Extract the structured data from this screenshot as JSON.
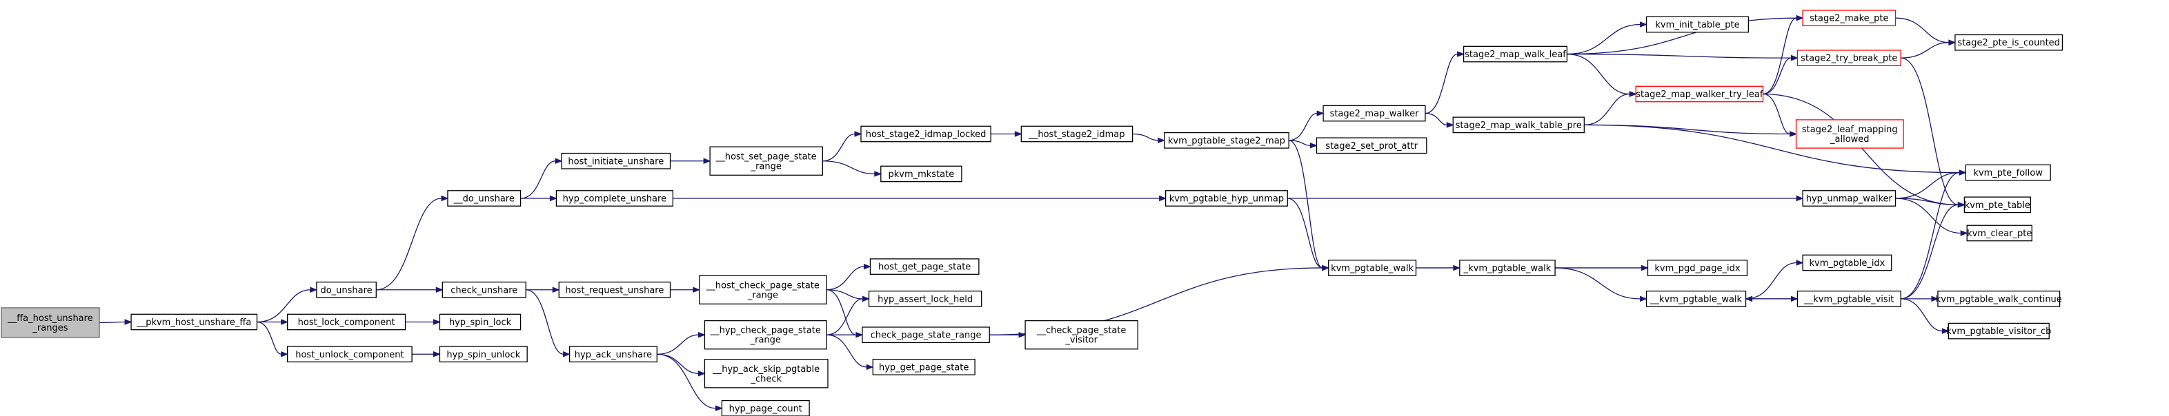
{
  "title": "",
  "colors": {
    "edge": "#191970",
    "root_fill": "#bfbfbf",
    "node_fill": "#ffffff",
    "warn_border": "#ff0000"
  },
  "nodes": [
    {
      "id": "ffa_host_unshare_ranges",
      "lines": [
        "__ffa_host_unshare",
        "_ranges"
      ],
      "style": "root"
    },
    {
      "id": "pkvm_host_unshare_ffa",
      "lines": [
        "__pkvm_host_unshare_ffa"
      ]
    },
    {
      "id": "do_unshare",
      "lines": [
        "do_unshare"
      ]
    },
    {
      "id": "host_lock_component",
      "lines": [
        "host_lock_component"
      ]
    },
    {
      "id": "host_unlock_component",
      "lines": [
        "host_unlock_component"
      ]
    },
    {
      "id": "__do_unshare",
      "lines": [
        "__do_unshare"
      ]
    },
    {
      "id": "check_unshare",
      "lines": [
        "check_unshare"
      ]
    },
    {
      "id": "hyp_spin_lock",
      "lines": [
        "hyp_spin_lock"
      ]
    },
    {
      "id": "hyp_spin_unlock",
      "lines": [
        "hyp_spin_unlock"
      ]
    },
    {
      "id": "host_initiate_unshare",
      "lines": [
        "host_initiate_unshare"
      ]
    },
    {
      "id": "hyp_complete_unshare",
      "lines": [
        "hyp_complete_unshare"
      ]
    },
    {
      "id": "host_request_unshare",
      "lines": [
        "host_request_unshare"
      ]
    },
    {
      "id": "hyp_ack_unshare",
      "lines": [
        "hyp_ack_unshare"
      ]
    },
    {
      "id": "__host_set_page_state_range",
      "lines": [
        "__host_set_page_state",
        "_range"
      ]
    },
    {
      "id": "__host_check_page_state_range",
      "lines": [
        "__host_check_page_state",
        "_range"
      ]
    },
    {
      "id": "__hyp_check_page_state_range",
      "lines": [
        "__hyp_check_page_state",
        "_range"
      ]
    },
    {
      "id": "__hyp_ack_skip_pgtable_check",
      "lines": [
        "__hyp_ack_skip_pgtable",
        "_check"
      ]
    },
    {
      "id": "hyp_page_count",
      "lines": [
        "hyp_page_count"
      ]
    },
    {
      "id": "host_stage2_idmap_locked",
      "lines": [
        "host_stage2_idmap_locked"
      ]
    },
    {
      "id": "pkvm_mkstate",
      "lines": [
        "pkvm_mkstate"
      ]
    },
    {
      "id": "host_get_page_state",
      "lines": [
        "host_get_page_state"
      ]
    },
    {
      "id": "hyp_assert_lock_held",
      "lines": [
        "hyp_assert_lock_held"
      ]
    },
    {
      "id": "check_page_state_range",
      "lines": [
        "check_page_state_range"
      ]
    },
    {
      "id": "hyp_get_page_state",
      "lines": [
        "hyp_get_page_state"
      ]
    },
    {
      "id": "__host_stage2_idmap",
      "lines": [
        "__host_stage2_idmap"
      ]
    },
    {
      "id": "kvm_pgtable_stage2_map",
      "lines": [
        "kvm_pgtable_stage2_map"
      ]
    },
    {
      "id": "kvm_pgtable_hyp_unmap",
      "lines": [
        "kvm_pgtable_hyp_unmap"
      ]
    },
    {
      "id": "__check_page_state_visitor",
      "lines": [
        "__check_page_state",
        "_visitor"
      ]
    },
    {
      "id": "stage2_map_walker",
      "lines": [
        "stage2_map_walker"
      ]
    },
    {
      "id": "stage2_set_prot_attr",
      "lines": [
        "stage2_set_prot_attr"
      ]
    },
    {
      "id": "kvm_pgtable_walk",
      "lines": [
        "kvm_pgtable_walk"
      ]
    },
    {
      "id": "_kvm_pgtable_walk",
      "lines": [
        "_kvm_pgtable_walk"
      ]
    },
    {
      "id": "stage2_map_walk_leaf",
      "lines": [
        "stage2_map_walk_leaf"
      ]
    },
    {
      "id": "stage2_map_walk_table_pre",
      "lines": [
        "stage2_map_walk_table_pre"
      ]
    },
    {
      "id": "kvm_init_table_pte",
      "lines": [
        "kvm_init_table_pte"
      ]
    },
    {
      "id": "kvm_pgd_page_idx",
      "lines": [
        "kvm_pgd_page_idx"
      ]
    },
    {
      "id": "__kvm_pgtable_walk",
      "lines": [
        "__kvm_pgtable_walk"
      ]
    },
    {
      "id": "kvm_pgtable_idx",
      "lines": [
        "kvm_pgtable_idx"
      ]
    },
    {
      "id": "__kvm_pgtable_visit",
      "lines": [
        "__kvm_pgtable_visit"
      ]
    },
    {
      "id": "stage2_make_pte",
      "lines": [
        "stage2_make_pte"
      ],
      "style": "red"
    },
    {
      "id": "stage2_try_break_pte",
      "lines": [
        "stage2_try_break_pte"
      ],
      "style": "red"
    },
    {
      "id": "stage2_map_walker_try_leaf",
      "lines": [
        "stage2_map_walker_try_leaf"
      ],
      "style": "red"
    },
    {
      "id": "stage2_leaf_mapping_allowed",
      "lines": [
        "stage2_leaf_mapping",
        "_allowed"
      ],
      "style": "red"
    },
    {
      "id": "hyp_unmap_walker",
      "lines": [
        "hyp_unmap_walker"
      ]
    },
    {
      "id": "kvm_clear_pte",
      "lines": [
        "kvm_clear_pte"
      ]
    },
    {
      "id": "kvm_pgtable_walk_continue",
      "lines": [
        "kvm_pgtable_walk_continue"
      ]
    },
    {
      "id": "kvm_pgtable_visitor_cb",
      "lines": [
        "kvm_pgtable_visitor_cb"
      ]
    },
    {
      "id": "stage2_pte_is_counted",
      "lines": [
        "stage2_pte_is_counted"
      ]
    },
    {
      "id": "kvm_pte_follow",
      "lines": [
        "kvm_pte_follow"
      ]
    },
    {
      "id": "kvm_pte_table",
      "lines": [
        "kvm_pte_table"
      ]
    }
  ],
  "edges": [
    [
      "ffa_host_unshare_ranges",
      "pkvm_host_unshare_ffa"
    ],
    [
      "pkvm_host_unshare_ffa",
      "do_unshare"
    ],
    [
      "pkvm_host_unshare_ffa",
      "host_lock_component"
    ],
    [
      "pkvm_host_unshare_ffa",
      "host_unlock_component"
    ],
    [
      "do_unshare",
      "__do_unshare"
    ],
    [
      "do_unshare",
      "check_unshare"
    ],
    [
      "host_lock_component",
      "hyp_spin_lock"
    ],
    [
      "host_unlock_component",
      "hyp_spin_unlock"
    ],
    [
      "__do_unshare",
      "host_initiate_unshare"
    ],
    [
      "__do_unshare",
      "hyp_complete_unshare"
    ],
    [
      "check_unshare",
      "host_request_unshare"
    ],
    [
      "check_unshare",
      "hyp_ack_unshare"
    ],
    [
      "host_initiate_unshare",
      "__host_set_page_state_range"
    ],
    [
      "hyp_complete_unshare",
      "kvm_pgtable_hyp_unmap"
    ],
    [
      "host_request_unshare",
      "__host_check_page_state_range"
    ],
    [
      "hyp_ack_unshare",
      "__hyp_check_page_state_range"
    ],
    [
      "hyp_ack_unshare",
      "__hyp_ack_skip_pgtable_check"
    ],
    [
      "hyp_ack_unshare",
      "hyp_page_count"
    ],
    [
      "__host_set_page_state_range",
      "host_stage2_idmap_locked"
    ],
    [
      "__host_set_page_state_range",
      "pkvm_mkstate"
    ],
    [
      "__host_check_page_state_range",
      "host_get_page_state"
    ],
    [
      "__host_check_page_state_range",
      "hyp_assert_lock_held"
    ],
    [
      "__host_check_page_state_range",
      "check_page_state_range"
    ],
    [
      "__hyp_check_page_state_range",
      "hyp_assert_lock_held"
    ],
    [
      "__hyp_check_page_state_range",
      "check_page_state_range"
    ],
    [
      "__hyp_check_page_state_range",
      "hyp_get_page_state"
    ],
    [
      "host_stage2_idmap_locked",
      "__host_stage2_idmap"
    ],
    [
      "__host_stage2_idmap",
      "kvm_pgtable_stage2_map"
    ],
    [
      "kvm_pgtable_stage2_map",
      "stage2_map_walker"
    ],
    [
      "kvm_pgtable_stage2_map",
      "stage2_set_prot_attr"
    ],
    [
      "kvm_pgtable_stage2_map",
      "kvm_pgtable_walk"
    ],
    [
      "kvm_pgtable_hyp_unmap",
      "kvm_pgtable_walk"
    ],
    [
      "kvm_pgtable_hyp_unmap",
      "hyp_unmap_walker"
    ],
    [
      "check_page_state_range",
      "kvm_pgtable_walk"
    ],
    [
      "check_page_state_range",
      "__check_page_state_visitor"
    ],
    [
      "stage2_map_walker",
      "stage2_map_walk_leaf"
    ],
    [
      "stage2_map_walker",
      "stage2_map_walk_table_pre"
    ],
    [
      "kvm_pgtable_walk",
      "_kvm_pgtable_walk"
    ],
    [
      "_kvm_pgtable_walk",
      "kvm_pgd_page_idx"
    ],
    [
      "_kvm_pgtable_walk",
      "__kvm_pgtable_walk"
    ],
    [
      "stage2_map_walk_leaf",
      "kvm_init_table_pte"
    ],
    [
      "stage2_map_walk_leaf",
      "stage2_make_pte"
    ],
    [
      "stage2_map_walk_leaf",
      "stage2_try_break_pte"
    ],
    [
      "stage2_map_walk_leaf",
      "stage2_map_walker_try_leaf"
    ],
    [
      "stage2_map_walk_table_pre",
      "stage2_map_walker_try_leaf"
    ],
    [
      "stage2_map_walk_table_pre",
      "stage2_leaf_mapping_allowed"
    ],
    [
      "stage2_map_walk_table_pre",
      "kvm_pte_follow"
    ],
    [
      "stage2_map_walker_try_leaf",
      "stage2_make_pte"
    ],
    [
      "stage2_map_walker_try_leaf",
      "stage2_try_break_pte"
    ],
    [
      "stage2_map_walker_try_leaf",
      "stage2_leaf_mapping_allowed"
    ],
    [
      "stage2_map_walker_try_leaf",
      "kvm_pte_table"
    ],
    [
      "stage2_make_pte",
      "stage2_pte_is_counted"
    ],
    [
      "stage2_try_break_pte",
      "stage2_pte_is_counted"
    ],
    [
      "stage2_try_break_pte",
      "kvm_pte_table"
    ],
    [
      "__kvm_pgtable_walk",
      "kvm_pgtable_idx"
    ],
    [
      "__kvm_pgtable_walk",
      "__kvm_pgtable_visit"
    ],
    [
      "__kvm_pgtable_visit",
      "__kvm_pgtable_walk"
    ],
    [
      "__kvm_pgtable_visit",
      "kvm_pgtable_walk_continue"
    ],
    [
      "__kvm_pgtable_visit",
      "kvm_pgtable_visitor_cb"
    ],
    [
      "__kvm_pgtable_visit",
      "kvm_pte_follow"
    ],
    [
      "__kvm_pgtable_visit",
      "kvm_pte_table"
    ],
    [
      "hyp_unmap_walker",
      "kvm_pte_follow"
    ],
    [
      "hyp_unmap_walker",
      "kvm_pte_table"
    ],
    [
      "hyp_unmap_walker",
      "kvm_clear_pte"
    ]
  ]
}
